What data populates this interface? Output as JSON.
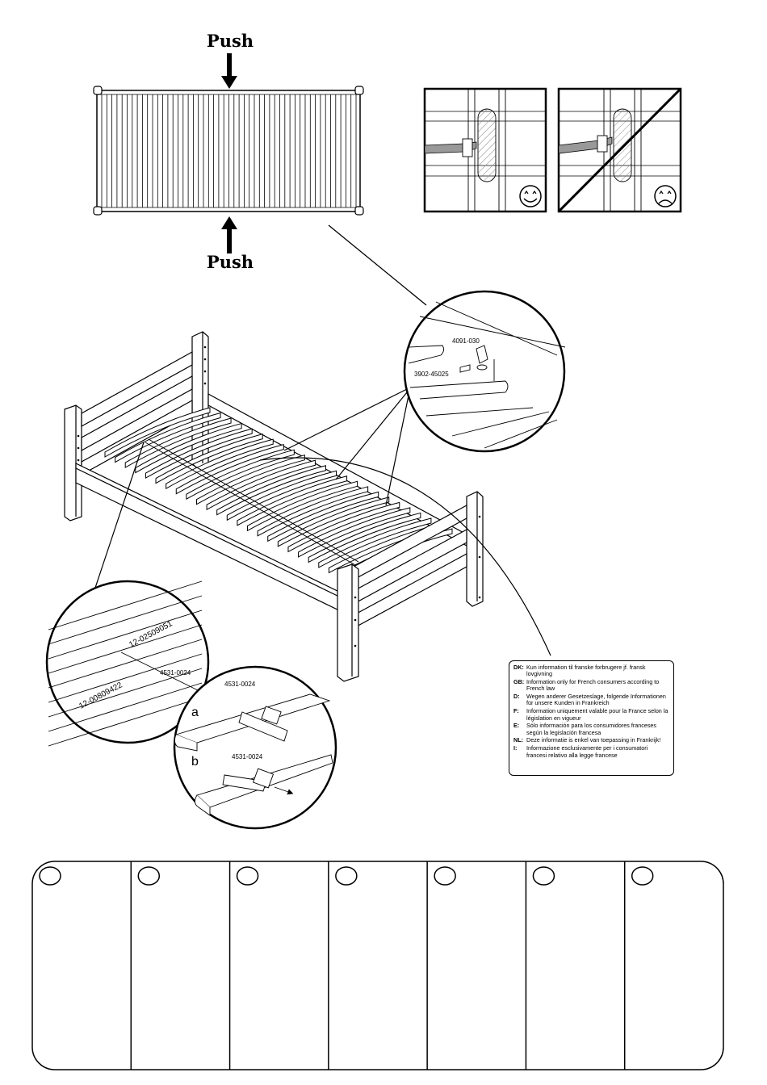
{
  "push_top": "Push",
  "push_bottom": "Push",
  "part_codes": {
    "bracket": "4091-030",
    "screw": "3902-45025",
    "strap": "4531-0024",
    "slat_a": "12-02509051",
    "slat_b": "12-00809422",
    "strap_a": "4531-0024",
    "strap_b": "4531-0024"
  },
  "step_labels": {
    "a": "a",
    "b": "b"
  },
  "legend": [
    {
      "lang": "DK:",
      "text": "Kun information til franske forbrugere jf. fransk lovgivning"
    },
    {
      "lang": "GB:",
      "text": "Information only for French consumers according to French law"
    },
    {
      "lang": "D:",
      "text": "Wegen anderer Gesetzeslage, folgende Informationen für unsere Kunden in Frankreich"
    },
    {
      "lang": "F:",
      "text": "Information uniquement valable pour la France selon la législation en vigueur"
    },
    {
      "lang": "E:",
      "text": "Sólo información para los consumidores franceses según la legislación francesa"
    },
    {
      "lang": "NL:",
      "text": "Deze informatie is enkel van toepassing in Frankrijk!"
    },
    {
      "lang": "I:",
      "text": "Informazione esclusivamente per i consumatori francesi relativo alla legge francese"
    }
  ],
  "icons": {
    "happy": "smiley-happy-icon",
    "sad": "smiley-sad-icon",
    "arrow": "push-arrow-icon"
  },
  "checklist_columns": 7
}
